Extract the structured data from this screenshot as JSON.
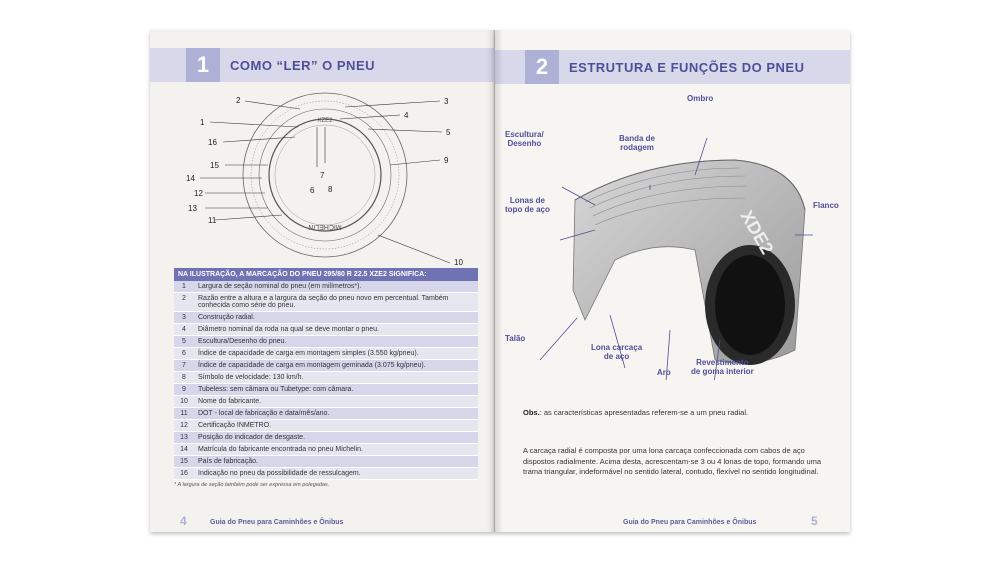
{
  "left_page": {
    "section_number": "1",
    "section_title": "COMO “LER” O PNEU",
    "callout_numbers": [
      "1",
      "2",
      "3",
      "4",
      "5",
      "6",
      "7",
      "8",
      "9",
      "10",
      "11",
      "12",
      "13",
      "14",
      "15",
      "16"
    ],
    "sidewall_text": [
      "MICHELIN",
      "XZE2"
    ],
    "table_title": "NA ILUSTRAÇÃO, A MARCAÇÃO DO PNEU 295/80 R 22.5 XZE2 SIGNIFICA:",
    "rows": [
      {
        "n": "1",
        "text": "Largura de seção nominal do pneu (em milímetros*)."
      },
      {
        "n": "2",
        "text": "Razão entre a altura e a largura da seção do pneu novo em percentual. Também conhecida como série do pneu."
      },
      {
        "n": "3",
        "text": "Construção radial."
      },
      {
        "n": "4",
        "text": "Diâmetro nominal da roda na qual se deve montar o pneu."
      },
      {
        "n": "5",
        "text": "Escultura/Desenho do pneu."
      },
      {
        "n": "6",
        "text": "Índice de capacidade de carga em montagem simples (3.550 kg/pneu)."
      },
      {
        "n": "7",
        "text": "Índice de capacidade de carga em montagem geminada (3.075 kg/pneu)."
      },
      {
        "n": "8",
        "text": "Símbolo de velocidade: 130 km/h."
      },
      {
        "n": "9",
        "text": "Tubeless: sem câmara ou Tubetype: com câmara."
      },
      {
        "n": "10",
        "text": "Nome do fabricante."
      },
      {
        "n": "11",
        "text": "DOT - local de fabricação e data/mês/ano."
      },
      {
        "n": "12",
        "text": "Certificação INMETRO."
      },
      {
        "n": "13",
        "text": "Posição do indicador de desgaste."
      },
      {
        "n": "14",
        "text": "Matrícula do fabricante encontrada no pneu Michelin."
      },
      {
        "n": "15",
        "text": "País de fabricação."
      },
      {
        "n": "16",
        "text": "Indicação no pneu da possibilidade de ressulcagem."
      }
    ],
    "footnote": "* A largura de seção também pode ser expressa em polegadas.",
    "page_number": "4",
    "footer": "Guia do Pneu para Caminhões e Ônibus"
  },
  "right_page": {
    "section_number": "2",
    "section_title": "ESTRUTURA E FUNÇÕES DO PNEU",
    "labels": {
      "ombro": "Ombro",
      "escultura": "Escultura/\nDesenho",
      "banda": "Banda de\nrodagem",
      "lonas_topo": "Lonas de\ntopo de aço",
      "flanco": "Flanco",
      "talao": "Talão",
      "lona_carcaca": "Lona carcaça\nde aço",
      "aro": "Aro",
      "revestimento": "Revestimento\nde goma interior"
    },
    "tire_brand_text": "XDE2",
    "obs_label": "Obs.",
    "obs_text": ": as características apresentadas referem-se a um pneu radial.",
    "paragraph": "A carcaça radial é composta por uma lona carcaça confeccionada com cabos de aço dispostos radialmente. Acima desta, acrescentam-se 3 ou 4 lonas de topo, formando uma trama triangular, indeformável no sentido lateral, contudo, flexível no sentido longitudinal.",
    "footer": "Guia do Pneu para Caminhões e Ônibus",
    "page_number": "5"
  }
}
